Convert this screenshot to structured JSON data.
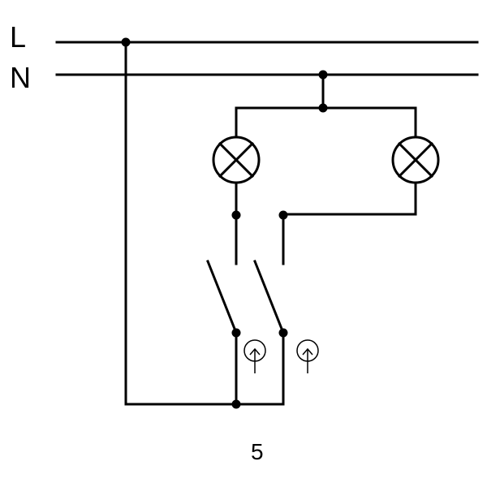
{
  "diagram": {
    "rails": {
      "line_label": "L",
      "neutral_label": "N"
    },
    "figure_number": "5",
    "components": {
      "lamps": 2,
      "switches": 2,
      "pilot_indicators": 2
    },
    "colors": {
      "stroke": "#000000",
      "background": "#ffffff"
    }
  }
}
